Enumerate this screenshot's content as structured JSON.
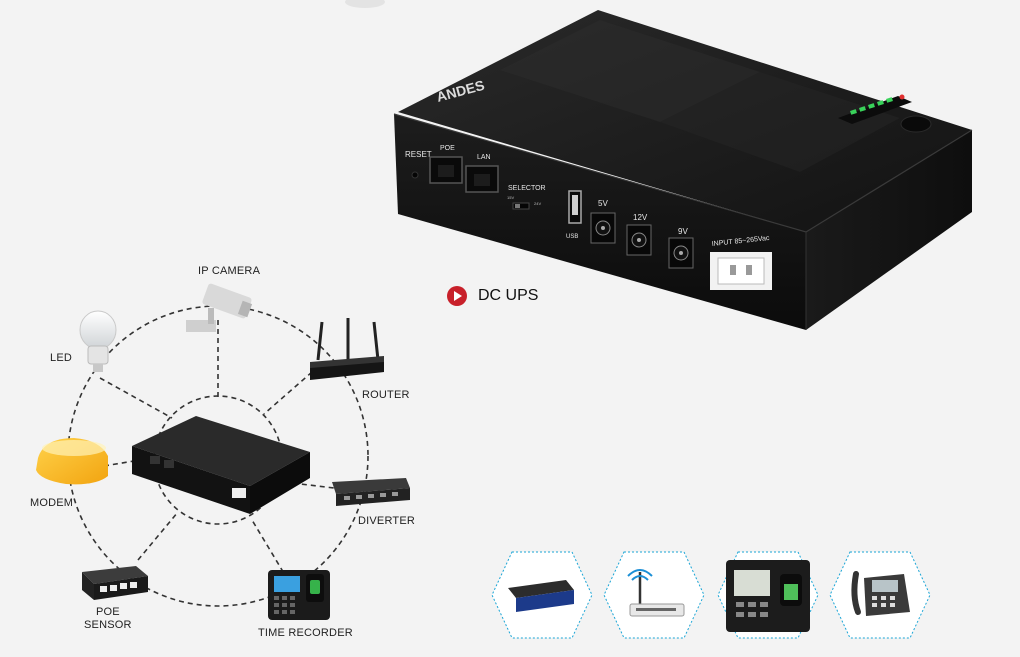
{
  "product": {
    "brand": "ANDES",
    "title": "DC UPS",
    "ports": {
      "reset": "RESET",
      "poe": "POE",
      "lan": "LAN",
      "selector": "SELECTOR",
      "selector_15v": "15V",
      "selector_24v": "24V",
      "usb": "USB",
      "out_5v": "5V",
      "out_12v": "12V",
      "out_9v": "9V",
      "input": "INPUT 85~265Vac"
    }
  },
  "diagram": {
    "devices": [
      {
        "id": "ip-camera",
        "label": "IP CAMERA"
      },
      {
        "id": "led",
        "label": "LED"
      },
      {
        "id": "router",
        "label": "ROUTER"
      },
      {
        "id": "modem",
        "label": "MODEM"
      },
      {
        "id": "diverter",
        "label": "DIVERTER"
      },
      {
        "id": "poe-sensor",
        "label_line1": "POE",
        "label_line2": "SENSOR"
      },
      {
        "id": "time-recorder",
        "label": "TIME RECORDER"
      }
    ]
  },
  "thumbnails": [
    {
      "icon": "network-switch-icon"
    },
    {
      "icon": "wifi-router-icon"
    },
    {
      "icon": "attendance-terminal-icon"
    },
    {
      "icon": "desk-phone-icon"
    }
  ],
  "colors": {
    "accent": "#c8202a",
    "device": "#141414",
    "background": "#f3f3f3"
  }
}
